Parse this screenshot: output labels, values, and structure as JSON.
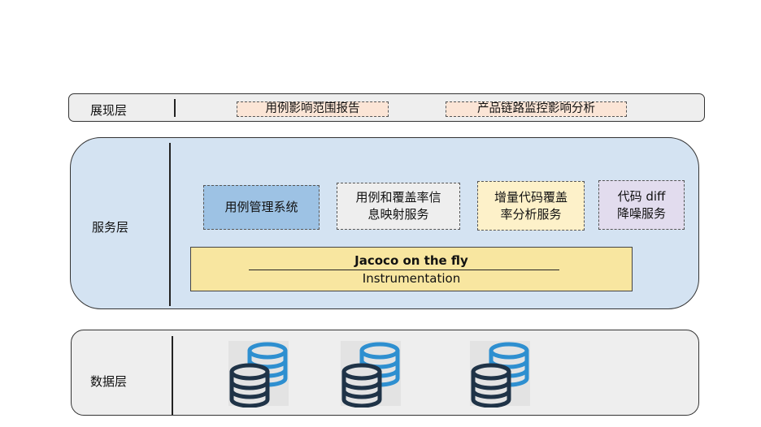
{
  "presentation_layer": {
    "label": "展现层",
    "items": [
      "用例影响范围报告",
      "产品链路监控影响分析"
    ]
  },
  "service_layer": {
    "label": "服务层",
    "services": {
      "case_management": "用例管理系统",
      "case_coverage_mapping": [
        "用例和覆盖率信",
        "息映射服务"
      ],
      "incremental_coverage": [
        "增量代码覆盖",
        "率分析服务"
      ],
      "diff_denoise": [
        "代码 diff",
        "降噪服务"
      ]
    },
    "jacoco": {
      "title": "Jacoco on the fly",
      "subtitle": "Instrumentation"
    }
  },
  "data_layer": {
    "label": "数据层",
    "databases": [
      "database-icon",
      "database-icon",
      "database-icon"
    ]
  },
  "colors": {
    "layer_gray": "#eeeeee",
    "service_layer_blue": "#d4e3f2",
    "tag_peach": "#fbe5d6",
    "case_mgmt_blue": "#9dc2e4",
    "incr_cov_yellow": "#fdf1c9",
    "diff_lavender": "#e2dcee",
    "jacoco_yellow": "#f8e6a0",
    "db_front": "#1f3347",
    "db_back": "#2e8fd0"
  }
}
